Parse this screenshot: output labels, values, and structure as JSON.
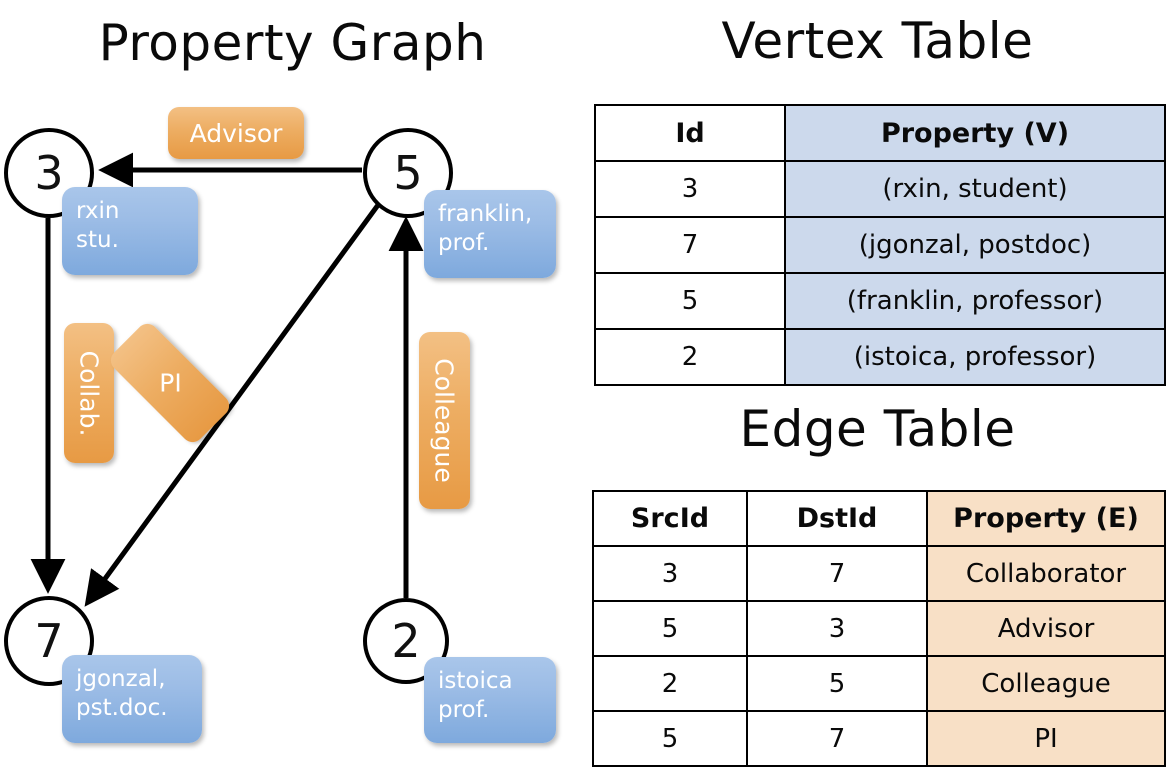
{
  "titles": {
    "property_graph": "Property Graph",
    "vertex_table": "Vertex Table",
    "edge_table": "Edge Table"
  },
  "graph": {
    "nodes": [
      {
        "id": "3",
        "label": "3",
        "props": "rxin\nstu."
      },
      {
        "id": "5",
        "label": "5",
        "props": "franklin,\nprof."
      },
      {
        "id": "7",
        "label": "7",
        "props": "jgonzal,\npst.doc."
      },
      {
        "id": "2",
        "label": "2",
        "props": "istoica\nprof."
      }
    ],
    "node_props": {
      "n3_line1": "rxin",
      "n3_line2": "stu.",
      "n5_line1": "franklin,",
      "n5_line2": "prof.",
      "n7_line1": "jgonzal,",
      "n7_line2": "pst.doc.",
      "n2_line1": "istoica",
      "n2_line2": "prof."
    },
    "edge_labels": {
      "advisor": "Advisor",
      "collab": "Collab.",
      "pi": "PI",
      "colleague": "Colleague"
    },
    "edges": [
      {
        "src": "5",
        "dst": "3",
        "label": "Advisor"
      },
      {
        "src": "3",
        "dst": "7",
        "label": "Collab."
      },
      {
        "src": "5",
        "dst": "7",
        "label": "PI"
      },
      {
        "src": "2",
        "dst": "5",
        "label": "Colleague"
      }
    ]
  },
  "vertex_table": {
    "headers": [
      "Id",
      "Property (V)"
    ],
    "rows": [
      {
        "id": "3",
        "property": "(rxin, student)"
      },
      {
        "id": "7",
        "property": "(jgonzal, postdoc)"
      },
      {
        "id": "5",
        "property": "(franklin, professor)"
      },
      {
        "id": "2",
        "property": "(istoica, professor)"
      }
    ]
  },
  "edge_table": {
    "headers": [
      "SrcId",
      "DstId",
      "Property (E)"
    ],
    "rows": [
      {
        "src": "3",
        "dst": "7",
        "property": "Collaborator"
      },
      {
        "src": "5",
        "dst": "3",
        "property": "Advisor"
      },
      {
        "src": "2",
        "dst": "5",
        "property": "Colleague"
      },
      {
        "src": "5",
        "dst": "7",
        "property": "PI"
      }
    ]
  },
  "colors": {
    "vertex_property_fill": "#ccd9ec",
    "edge_property_fill": "#f8e0c6",
    "node_callout_blue": "#93b6e3",
    "edge_label_orange": "#eda95c",
    "stroke": "#000000"
  }
}
